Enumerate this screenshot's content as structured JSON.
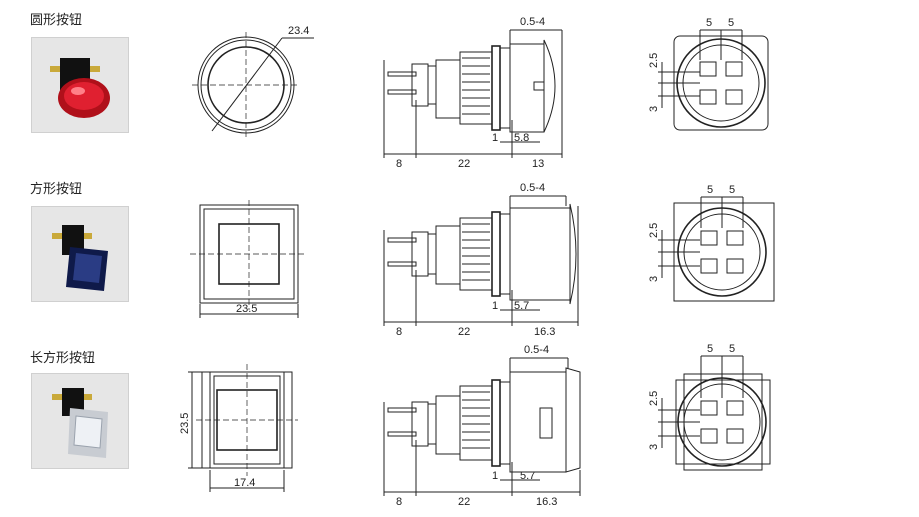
{
  "rows": [
    {
      "title": "圆形按钮",
      "front": {
        "diameter": "23.4"
      },
      "side": {
        "stroke": "0.5-4",
        "terminal": "8",
        "body": "22",
        "gap": "1",
        "lens": "5.8",
        "head": "13"
      },
      "back": {
        "pitch_a": "5",
        "pitch_b": "5",
        "offset_a": "2.5",
        "offset_b": "3"
      },
      "color": "#d01020"
    },
    {
      "title": "方形按钮",
      "front": {
        "width": "23.5"
      },
      "side": {
        "stroke": "0.5-4",
        "terminal": "8",
        "body": "22",
        "gap": "1",
        "lens": "5.7",
        "head": "16.3"
      },
      "back": {
        "pitch_a": "5",
        "pitch_b": "5",
        "offset_a": "2.5",
        "offset_b": "3"
      },
      "color": "#1a2a66"
    },
    {
      "title": "长方形按钮",
      "front": {
        "height": "23.5",
        "width": "17.4"
      },
      "side": {
        "stroke": "0.5-4",
        "terminal": "8",
        "body": "22",
        "gap": "1",
        "lens": "5.7",
        "head": "16.3"
      },
      "back": {
        "pitch_a": "5",
        "pitch_b": "5",
        "offset_a": "2.5",
        "offset_b": "3"
      },
      "color": "#d8dde4"
    }
  ]
}
